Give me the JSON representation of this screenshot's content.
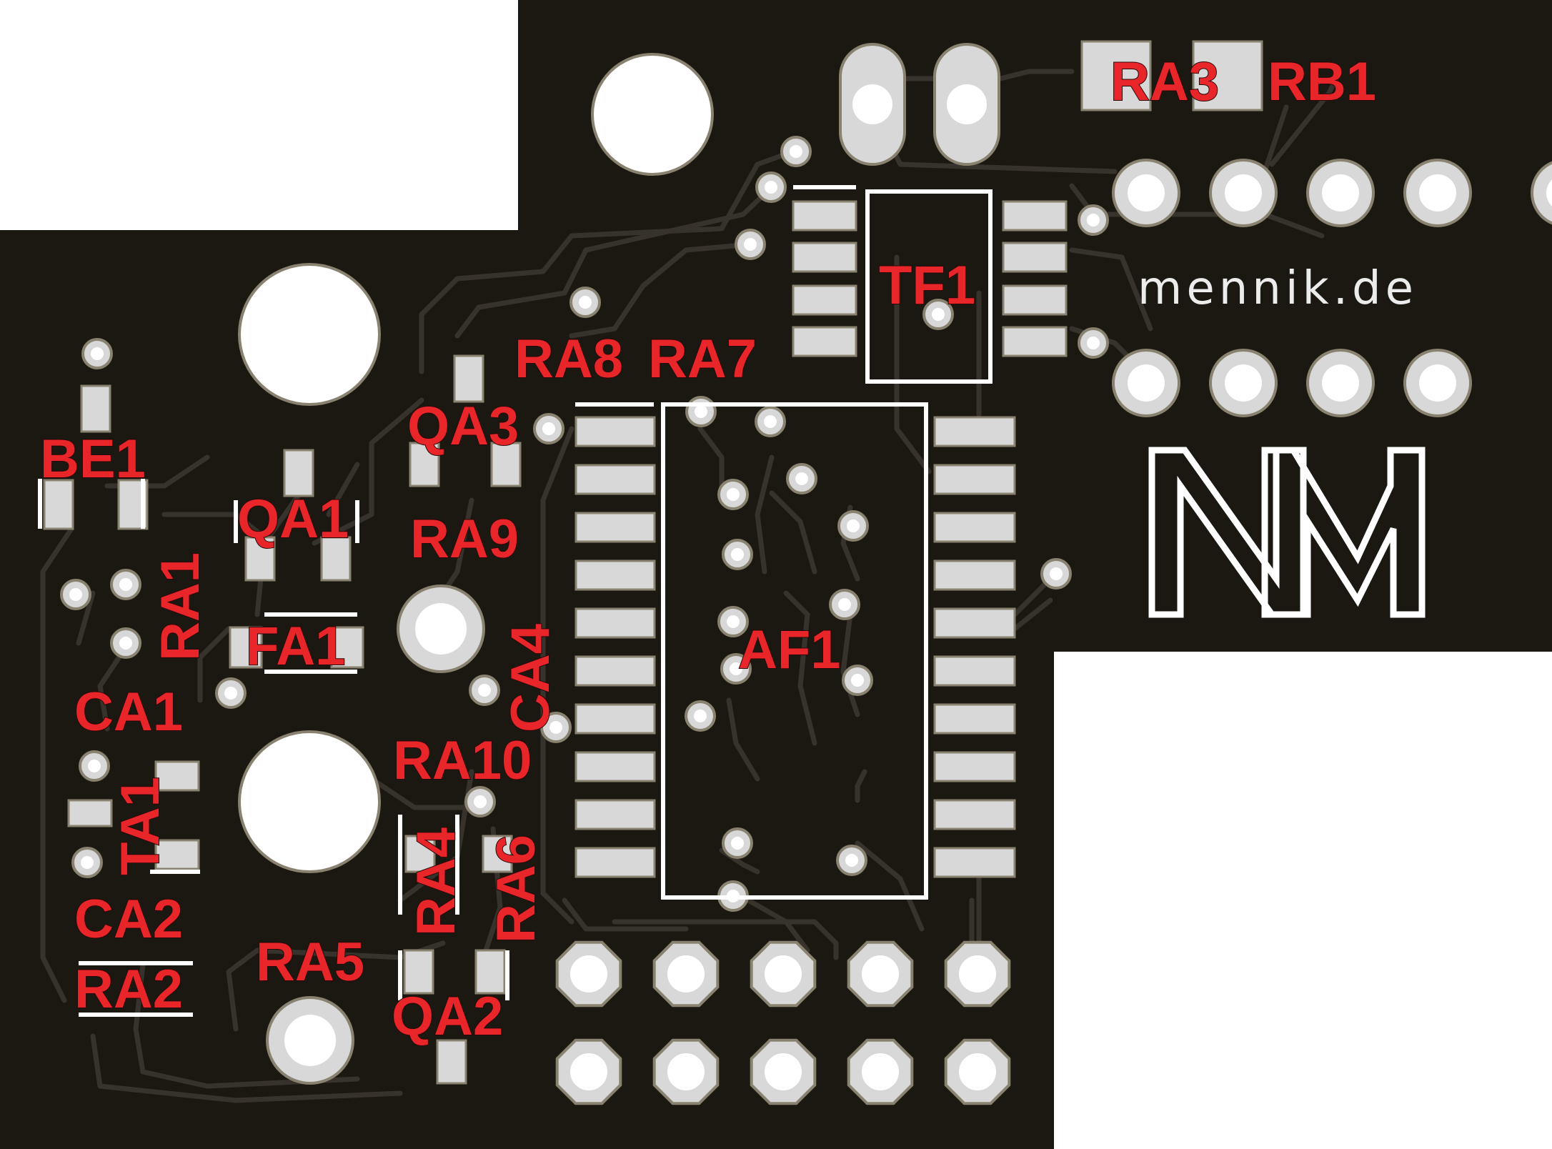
{
  "brand": {
    "url_text": "mennik.de"
  },
  "colors": {
    "board": "#1b1812",
    "trace": "#37332c",
    "pad": "#d8d8d8",
    "pad_ring": "#8a8270",
    "silkscreen": "#ffffff",
    "label": "#e8262a",
    "hole": "#ffffff"
  },
  "components": {
    "RA3": "RA3",
    "RB1": "RB1",
    "TF1": "TF1",
    "RA8": "RA8",
    "RA7": "RA7",
    "QA3": "QA3",
    "BE1": "BE1",
    "QA1": "QA1",
    "RA9": "RA9",
    "RA1": "RA1",
    "FA1": "FA1",
    "CA4": "CA4",
    "AF1": "AF1",
    "CA1": "CA1",
    "RA10": "RA10",
    "TA1": "TA1",
    "RA4": "RA4",
    "RA6": "RA6",
    "CA2": "CA2",
    "RA5": "RA5",
    "RA2": "RA2",
    "QA2": "QA2"
  }
}
